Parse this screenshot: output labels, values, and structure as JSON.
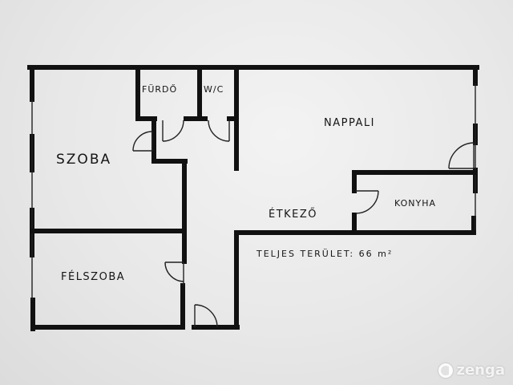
{
  "rooms": {
    "szoba": "SZOBA",
    "furdo": "FÜRDŐ",
    "wc": "W/C",
    "nappali": "NAPPALI",
    "etkezo": "ÉTKEZŐ",
    "konyha": "KONYHA",
    "felszoba": "FÉLSZOBA"
  },
  "total_area_note": "TELJES TERÜLET: 66 m²",
  "watermark": {
    "brand": "zenga",
    "icon": "zenga-logo-icon"
  },
  "colors": {
    "wall": "#111111",
    "paper": "#ececec"
  }
}
